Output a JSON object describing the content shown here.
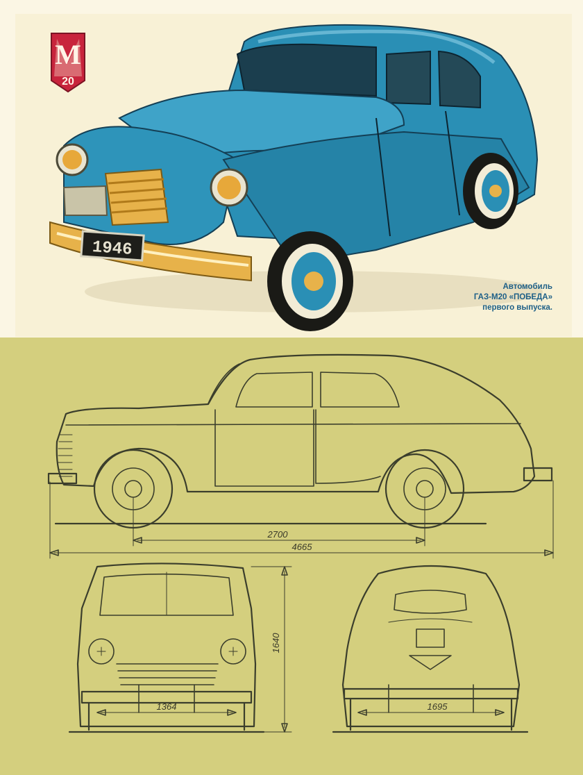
{
  "badge": {
    "letter": "M",
    "number": "20",
    "color": "#c8243c"
  },
  "illustration": {
    "plate_text": "1946",
    "body_color": "#2a8fb5",
    "chrome_color": "#e7b24a"
  },
  "caption": {
    "line1": "Автомобиль",
    "line2": "ГАЗ-М20 «ПОБЕДА»",
    "line3": "первого выпуска."
  },
  "dimensions": {
    "wheelbase": "2700",
    "overall_length": "4665",
    "height": "1640",
    "front_track": "1364",
    "rear_track": "1695"
  },
  "colors": {
    "top_background": "#f8f1d6",
    "bottom_background": "#d4cf7e",
    "ink": "#3b3e2c",
    "caption": "#1d5f87"
  }
}
